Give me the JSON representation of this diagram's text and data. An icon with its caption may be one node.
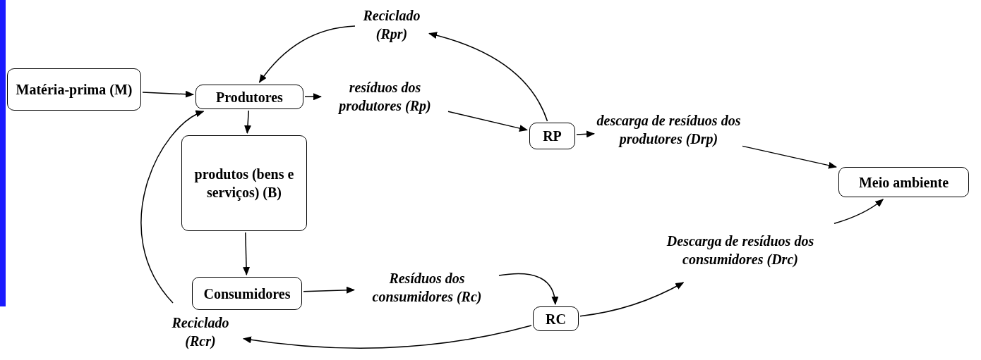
{
  "diagram": {
    "nodes": [
      {
        "text": [
          "Matéria-prima (M)"
        ]
      },
      {
        "text": [
          "Produtores"
        ]
      },
      {
        "text": [
          "produtos (bens e serviços) (B)"
        ]
      },
      {
        "text": [
          "Consumidores"
        ]
      },
      {
        "text": [
          "RP"
        ]
      },
      {
        "text": [
          "RC"
        ]
      },
      {
        "text": [
          "Meio ambiente"
        ]
      },
      {
        "text": [
          "Reciclado (Rpr)"
        ]
      },
      {
        "text": [
          "resíduos dos produtores (Rp)"
        ]
      },
      {
        "text": [
          "descarga de resíduos dos produtores (Drp)"
        ]
      },
      {
        "text": [
          "Resíduos dos consumidores (Rc)"
        ]
      },
      {
        "text": [
          "Descarga de resíduos dos consumidores (Drc)"
        ]
      },
      {
        "text": [
          "Reciclado (Rcr)"
        ]
      }
    ],
    "edges": [
      {
        "from": 0,
        "to": 1,
        "arrow": "to"
      },
      {
        "from": 1,
        "to": 8,
        "arrow": "to"
      },
      {
        "from": 8,
        "to": 4,
        "arrow": "to"
      },
      {
        "from": 4,
        "to": 7,
        "arrow": "to"
      },
      {
        "from": 7,
        "to": 1,
        "arrow": "to"
      },
      {
        "from": 4,
        "to": 9,
        "arrow": "to"
      },
      {
        "from": 9,
        "to": 6,
        "arrow": "to"
      },
      {
        "from": 1,
        "to": 2,
        "arrow": "to"
      },
      {
        "from": 2,
        "to": 3,
        "arrow": "to"
      },
      {
        "from": 3,
        "to": 10,
        "arrow": "to"
      },
      {
        "from": 10,
        "to": 5,
        "arrow": "to"
      },
      {
        "from": 5,
        "to": 11,
        "arrow": "to"
      },
      {
        "from": 11,
        "to": 6,
        "arrow": "to"
      },
      {
        "from": 5,
        "to": 12,
        "arrow": "to"
      },
      {
        "from": 12,
        "to": 1,
        "arrow": "to"
      }
    ]
  }
}
